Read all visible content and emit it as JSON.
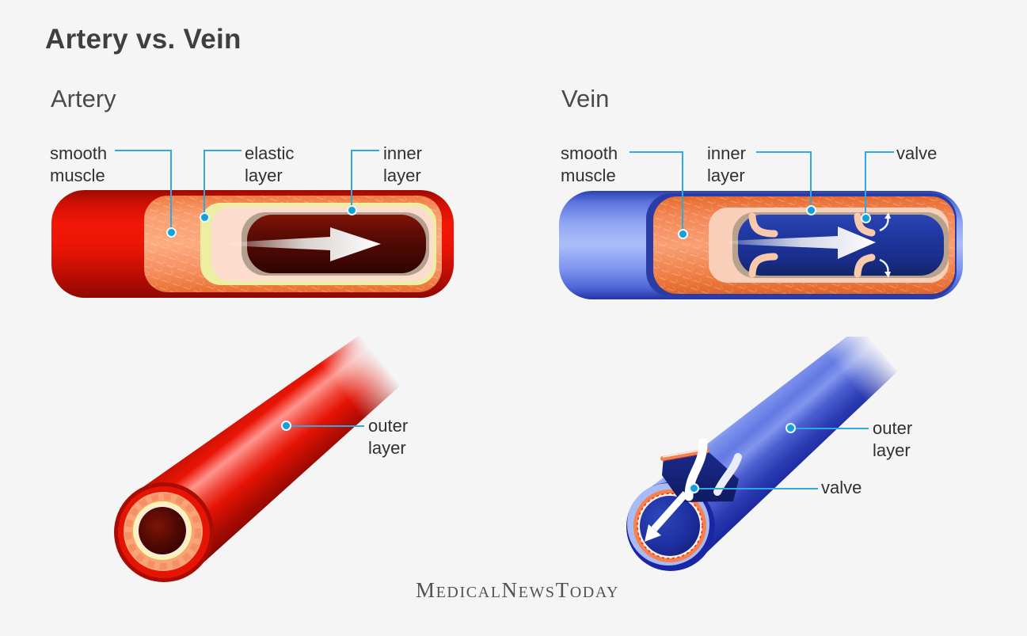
{
  "page": {
    "title": "Artery vs. Vein"
  },
  "artery": {
    "heading": "Artery",
    "label_smooth_muscle": "smooth muscle",
    "label_elastic_layer": "elastic layer",
    "label_inner_layer": "inner layer",
    "label_outer_layer": "outer layer"
  },
  "vein": {
    "heading": "Vein",
    "label_smooth_muscle": "smooth muscle",
    "label_inner_layer": "inner layer",
    "label_valve": "valve",
    "label_outer_layer": "outer layer",
    "label_valve_bottom": "valve"
  },
  "footer": {
    "logo": {
      "m": "M",
      "edical": "EDICAL",
      "n": "N",
      "ews": "EWS",
      "t": "T",
      "oday": "ODAY"
    }
  },
  "colors": {
    "background": "#f5f5f6",
    "title_text": "#3f3f41",
    "heading_text": "#4a4a4c",
    "label_text": "#303032",
    "leader_line": "#2fa9e1",
    "leader_dot": "#149fd6",
    "artery_red": "#e91405",
    "artery_lumen_maroon": "#4f0803",
    "muscle_orange": "#f79e71",
    "elastic_yellow": "#ecefa2",
    "inner_layer_pink": "#fcdccd",
    "vein_blue": "#7e95ef",
    "vein_lumen_navy": "#1d33a8",
    "valve_flap_pink": "#f9c9ab",
    "flow_arrow_white": "#ffffff",
    "logo_text": "#525254"
  }
}
